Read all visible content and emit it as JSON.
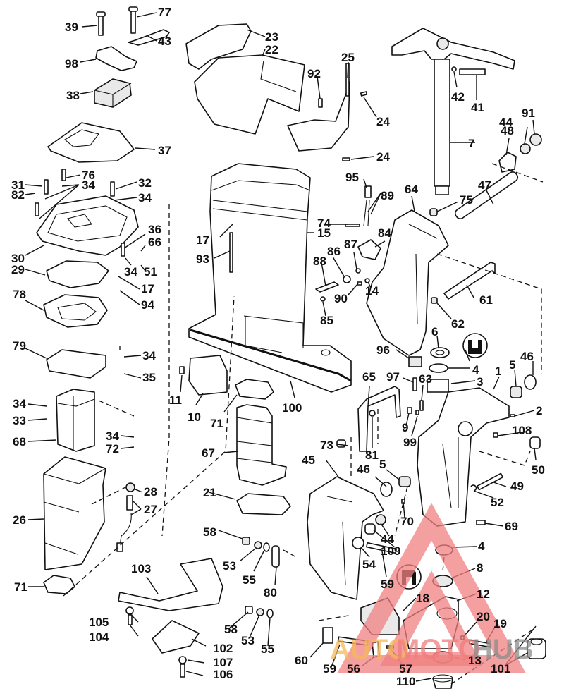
{
  "title": "Outboard midsection / swivel bracket exploded parts diagram",
  "callouts": [
    {
      "id": "c39",
      "label": "39"
    },
    {
      "id": "c77",
      "label": "77"
    },
    {
      "id": "c43",
      "label": "43"
    },
    {
      "id": "c98",
      "label": "98"
    },
    {
      "id": "c38",
      "label": "38"
    },
    {
      "id": "c37",
      "label": "37"
    },
    {
      "id": "c76",
      "label": "76"
    },
    {
      "id": "c31",
      "label": "31"
    },
    {
      "id": "c34a",
      "label": "34"
    },
    {
      "id": "c32",
      "label": "32"
    },
    {
      "id": "c34b",
      "label": "34"
    },
    {
      "id": "c82",
      "label": "82"
    },
    {
      "id": "c36",
      "label": "36"
    },
    {
      "id": "c66",
      "label": "66"
    },
    {
      "id": "c30",
      "label": "30"
    },
    {
      "id": "c34c",
      "label": "34"
    },
    {
      "id": "c51",
      "label": "51"
    },
    {
      "id": "c29",
      "label": "29"
    },
    {
      "id": "c17a",
      "label": "17"
    },
    {
      "id": "c94",
      "label": "94"
    },
    {
      "id": "c78",
      "label": "78"
    },
    {
      "id": "c79",
      "label": "79"
    },
    {
      "id": "c34d",
      "label": "34"
    },
    {
      "id": "c35",
      "label": "35"
    },
    {
      "id": "c34e",
      "label": "34"
    },
    {
      "id": "c33",
      "label": "33"
    },
    {
      "id": "c68",
      "label": "68"
    },
    {
      "id": "c34f",
      "label": "34"
    },
    {
      "id": "c72",
      "label": "72"
    },
    {
      "id": "c28",
      "label": "28"
    },
    {
      "id": "c27",
      "label": "27"
    },
    {
      "id": "c26",
      "label": "26"
    },
    {
      "id": "c71a",
      "label": "71"
    },
    {
      "id": "c23",
      "label": "23"
    },
    {
      "id": "c22",
      "label": "22"
    },
    {
      "id": "c25",
      "label": "25"
    },
    {
      "id": "c92",
      "label": "92"
    },
    {
      "id": "c24a",
      "label": "24"
    },
    {
      "id": "c24b",
      "label": "24"
    },
    {
      "id": "c95",
      "label": "95"
    },
    {
      "id": "c89",
      "label": "89"
    },
    {
      "id": "c17b",
      "label": "17"
    },
    {
      "id": "c15",
      "label": "15"
    },
    {
      "id": "c93",
      "label": "93"
    },
    {
      "id": "c74",
      "label": "74"
    },
    {
      "id": "c84",
      "label": "84"
    },
    {
      "id": "c87",
      "label": "87"
    },
    {
      "id": "c86",
      "label": "86"
    },
    {
      "id": "c88",
      "label": "88"
    },
    {
      "id": "c90",
      "label": "90"
    },
    {
      "id": "c14",
      "label": "14"
    },
    {
      "id": "c85",
      "label": "85"
    },
    {
      "id": "c11",
      "label": "11"
    },
    {
      "id": "c10",
      "label": "10"
    },
    {
      "id": "c71b",
      "label": "71"
    },
    {
      "id": "c100",
      "label": "100"
    },
    {
      "id": "c67",
      "label": "67"
    },
    {
      "id": "c21",
      "label": "21"
    },
    {
      "id": "c58a",
      "label": "58"
    },
    {
      "id": "c53a",
      "label": "53"
    },
    {
      "id": "c55a",
      "label": "55"
    },
    {
      "id": "c80",
      "label": "80"
    },
    {
      "id": "c103",
      "label": "103"
    },
    {
      "id": "c105",
      "label": "105"
    },
    {
      "id": "c104",
      "label": "104"
    },
    {
      "id": "c102",
      "label": "102"
    },
    {
      "id": "c107",
      "label": "107"
    },
    {
      "id": "c106",
      "label": "106"
    },
    {
      "id": "c58b",
      "label": "58"
    },
    {
      "id": "c53b",
      "label": "53"
    },
    {
      "id": "c55b",
      "label": "55"
    },
    {
      "id": "c42",
      "label": "42"
    },
    {
      "id": "c41",
      "label": "41"
    },
    {
      "id": "c7",
      "label": "7"
    },
    {
      "id": "c48",
      "label": "48"
    },
    {
      "id": "c44a",
      "label": "44"
    },
    {
      "id": "c91",
      "label": "91"
    },
    {
      "id": "c47",
      "label": "47"
    },
    {
      "id": "c64",
      "label": "64"
    },
    {
      "id": "c75",
      "label": "75"
    },
    {
      "id": "c61",
      "label": "61"
    },
    {
      "id": "c62",
      "label": "62"
    },
    {
      "id": "c6",
      "label": "6"
    },
    {
      "id": "c46a",
      "label": "46"
    },
    {
      "id": "c5a",
      "label": "5"
    },
    {
      "id": "c4a",
      "label": "4"
    },
    {
      "id": "c96",
      "label": "96"
    },
    {
      "id": "c3",
      "label": "3"
    },
    {
      "id": "c1",
      "label": "1"
    },
    {
      "id": "c97",
      "label": "97"
    },
    {
      "id": "c63",
      "label": "63"
    },
    {
      "id": "c65",
      "label": "65"
    },
    {
      "id": "c2",
      "label": "2"
    },
    {
      "id": "c9",
      "label": "9"
    },
    {
      "id": "c108",
      "label": "108"
    },
    {
      "id": "c99",
      "label": "99"
    },
    {
      "id": "c73",
      "label": "73"
    },
    {
      "id": "c81",
      "label": "81"
    },
    {
      "id": "c50",
      "label": "50"
    },
    {
      "id": "c45",
      "label": "45"
    },
    {
      "id": "c46b",
      "label": "46"
    },
    {
      "id": "c5b",
      "label": "5"
    },
    {
      "id": "c49",
      "label": "49"
    },
    {
      "id": "c52",
      "label": "52"
    },
    {
      "id": "c70",
      "label": "70"
    },
    {
      "id": "c69",
      "label": "69"
    },
    {
      "id": "c44b",
      "label": "44"
    },
    {
      "id": "c109",
      "label": "109"
    },
    {
      "id": "c4b",
      "label": "4"
    },
    {
      "id": "c54",
      "label": "54"
    },
    {
      "id": "c59a",
      "label": "59"
    },
    {
      "id": "c8",
      "label": "8"
    },
    {
      "id": "c12",
      "label": "12"
    },
    {
      "id": "c18",
      "label": "18"
    },
    {
      "id": "c20",
      "label": "20"
    },
    {
      "id": "c19",
      "label": "19"
    },
    {
      "id": "c60",
      "label": "60"
    },
    {
      "id": "c59b",
      "label": "59"
    },
    {
      "id": "c56",
      "label": "56"
    },
    {
      "id": "c57",
      "label": "57"
    },
    {
      "id": "c13",
      "label": "13"
    },
    {
      "id": "c101",
      "label": "101"
    },
    {
      "id": "c110",
      "label": "110"
    }
  ],
  "symbols": {
    "sealant_symbol_a": "lubricant-tube-icon",
    "sealant_symbol_b": "sealant-tube-icon"
  },
  "watermark": {
    "text_part1": "AUTO",
    "text_part2": "MOTO",
    "text_part3": "HUB",
    "colors": {
      "triangle": "#f08080",
      "auto": "#f5b85a",
      "moto": "#f07c7c",
      "hub": "#8c8c8c"
    }
  }
}
